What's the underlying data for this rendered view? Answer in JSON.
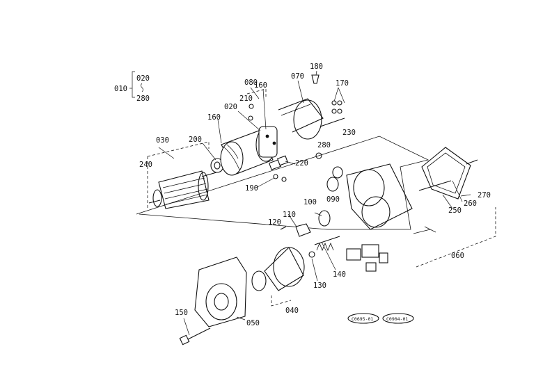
{
  "callouts": {
    "c010": "010",
    "c020a": "020",
    "c280a": "280",
    "c080": "080",
    "c160a": "160",
    "c070": "070",
    "c180": "180",
    "c170": "170",
    "c020b": "020",
    "c210": "210",
    "c160b": "160",
    "c030": "030",
    "c200": "200",
    "c240": "240",
    "c230": "230",
    "c280b": "280",
    "c220": "220",
    "c190": "190",
    "c090": "090",
    "c100": "100",
    "c110": "110",
    "c120": "120",
    "c270": "270",
    "c260": "260",
    "c250": "250",
    "c140": "140",
    "c130": "130",
    "c060": "060",
    "c040": "040",
    "c150": "150",
    "c050": "050"
  },
  "references": {
    "ref1": "C0695-01",
    "ref2": "C0904-01"
  },
  "colors": {
    "ink": "#111111",
    "paper": "#ffffff"
  }
}
